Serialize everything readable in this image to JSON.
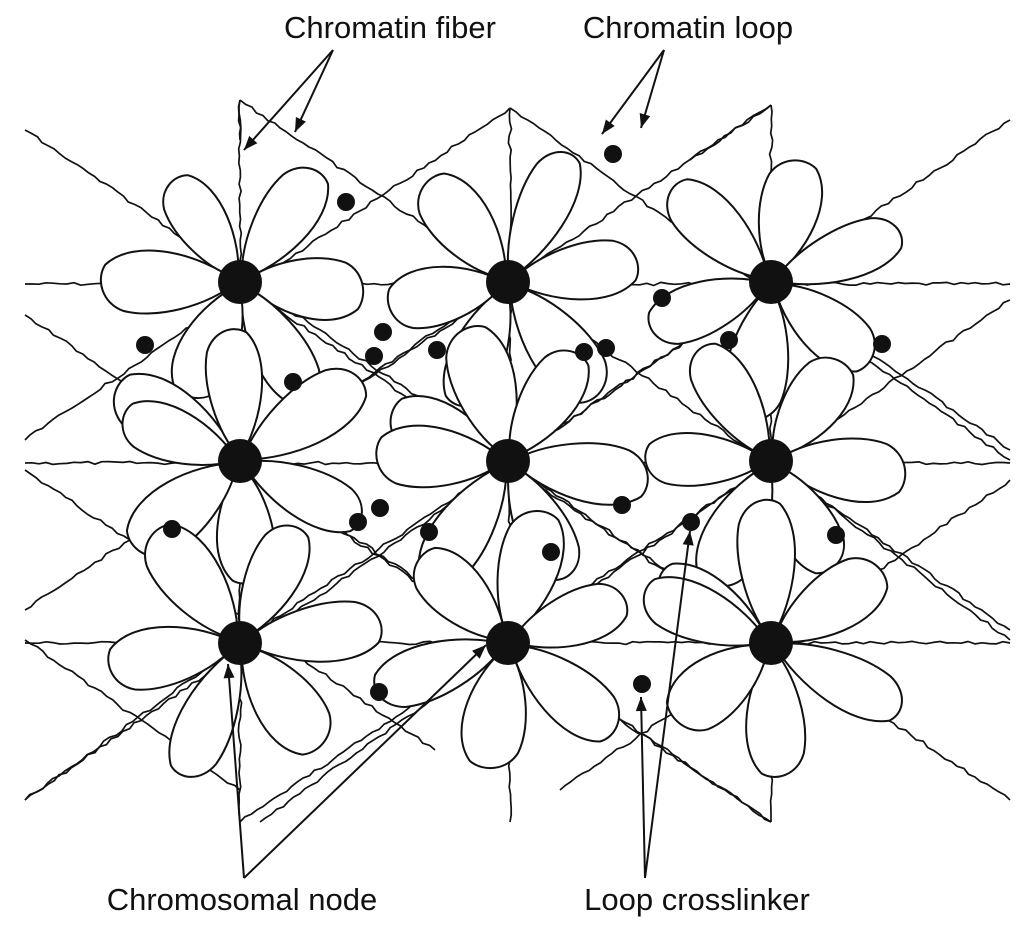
{
  "labels": {
    "chromatin_fiber": "Chromatin fiber",
    "chromatin_loop": "Chromatin loop",
    "chromosomal_node": "Chromosomal node",
    "loop_crosslinker": "Loop crosslinker"
  },
  "colors": {
    "ink": "#111111",
    "background": "#ffffff",
    "loop_fill": "#ffffff"
  }
}
